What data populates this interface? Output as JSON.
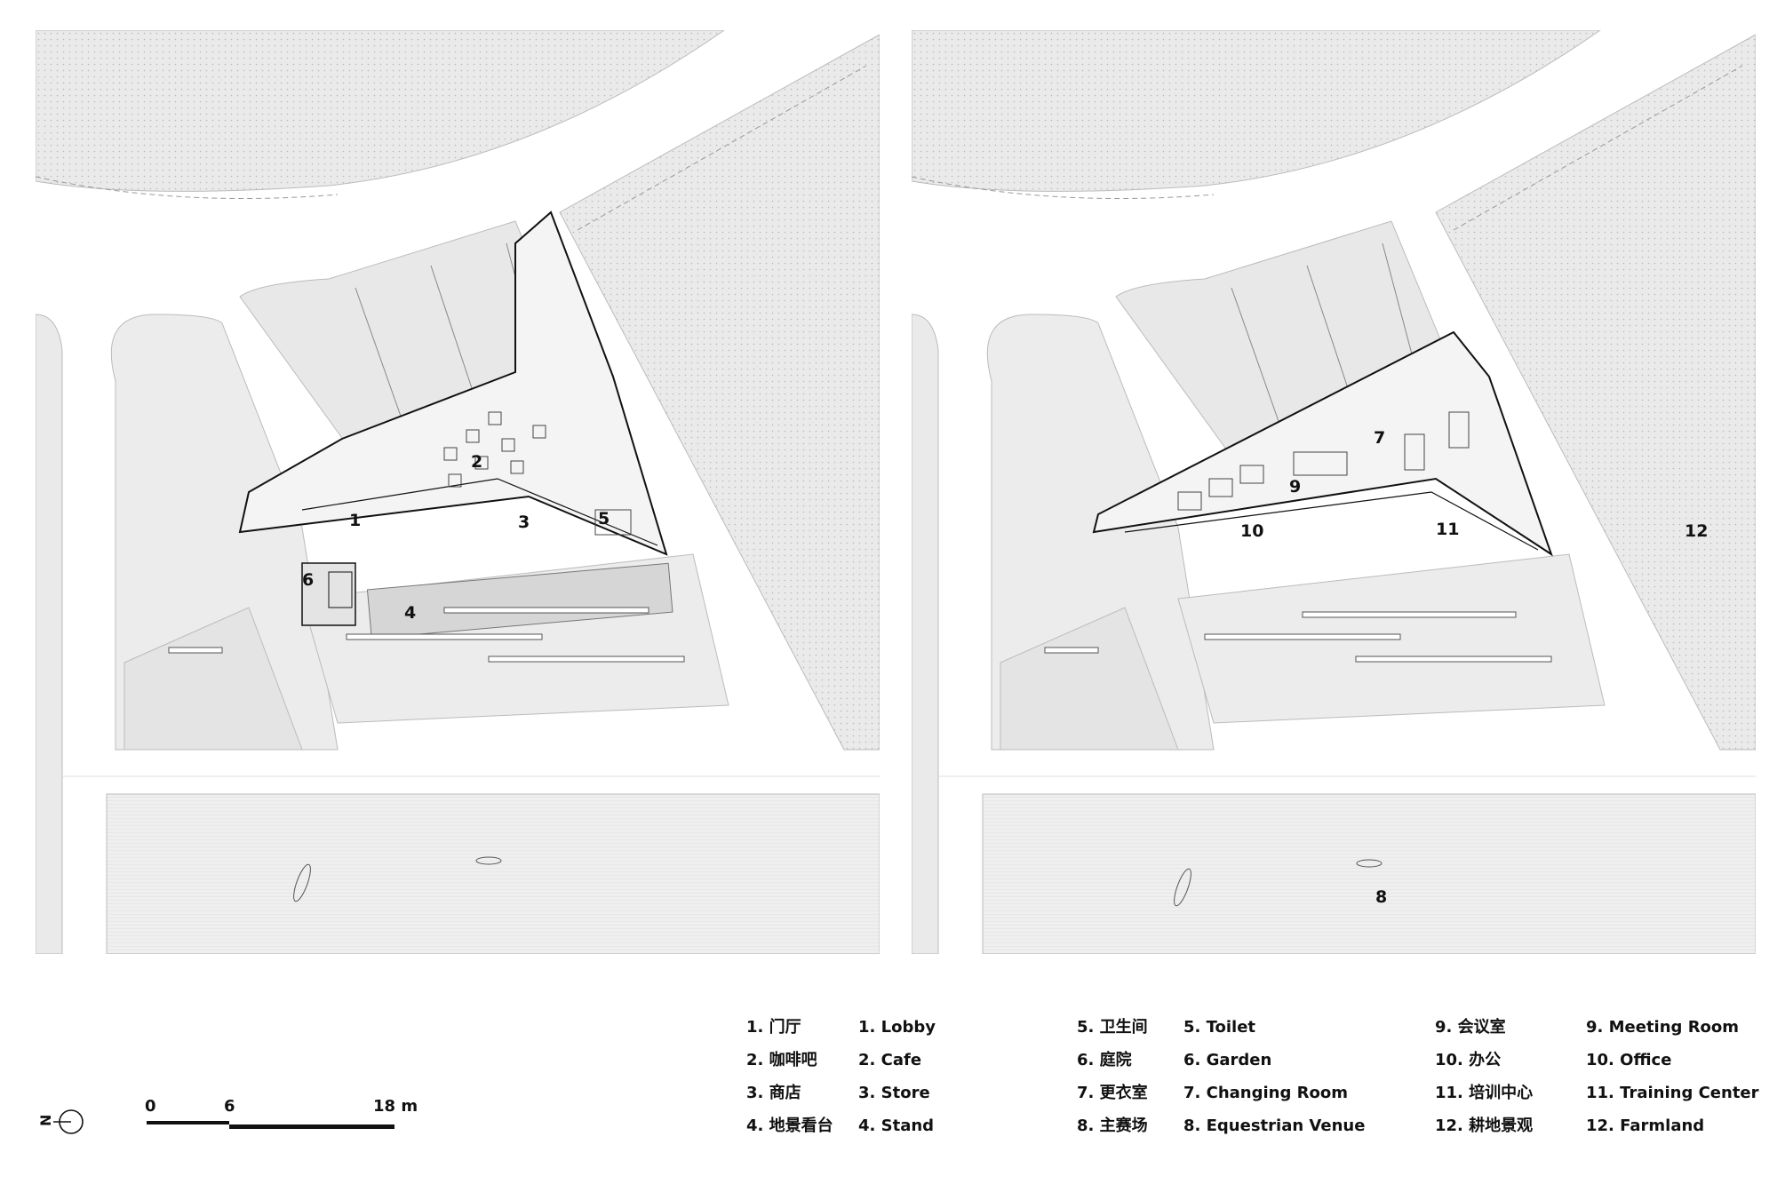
{
  "room_labels": {
    "left": [
      "1",
      "2",
      "3",
      "4",
      "5",
      "6"
    ],
    "right": [
      "7",
      "8",
      "9",
      "10",
      "11",
      "12"
    ]
  },
  "legend": {
    "col1": [
      "1. 门厅",
      "2. 咖啡吧",
      "3. 商店",
      "4. 地景看台"
    ],
    "col2": [
      "1. Lobby",
      "2. Cafe",
      "3. Store",
      "4. Stand"
    ],
    "col3": [
      "5. 卫生间",
      "6. 庭院",
      "7. 更衣室",
      "8. 主赛场"
    ],
    "col4": [
      "5. Toilet",
      "6. Garden",
      "7. Changing Room",
      "8. Equestrian Venue"
    ],
    "col5": [
      "9. 会议室",
      "10. 办公",
      "11. 培训中心",
      "12. 耕地景观"
    ],
    "col6": [
      "9. Meeting Room",
      "10. Office",
      "11. Training Center",
      "12. Farmland"
    ]
  },
  "scale_bar": {
    "tick_0": "0",
    "tick_6": "6",
    "tick_18": "18 m",
    "north_label": "N"
  },
  "colors": {
    "ground": "#ececec",
    "field": "#eeeeee",
    "road": "#ffffff",
    "line": "#222222",
    "stand": "#d6d6d6"
  }
}
